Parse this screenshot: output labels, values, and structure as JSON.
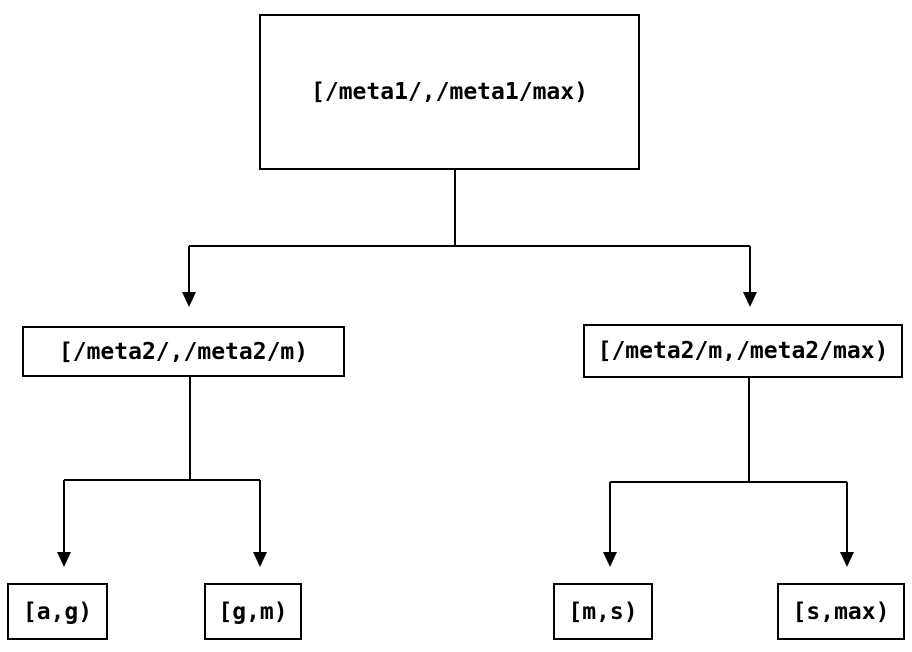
{
  "diagram": {
    "type": "tree",
    "background_color": "#ffffff",
    "line_color": "#000000",
    "text_color": "#000000",
    "nodes": {
      "root": {
        "label": "[/meta1/,/meta1/max)"
      },
      "meta2_low": {
        "label": "[/meta2/,/meta2/m)"
      },
      "meta2_high": {
        "label": "[/meta2/m,/meta2/max)"
      },
      "leaf_ag": {
        "label": "[a,g)"
      },
      "leaf_gm": {
        "label": "[g,m)"
      },
      "leaf_ms": {
        "label": "[m,s)"
      },
      "leaf_smax": {
        "label": "[s,max)"
      }
    },
    "edges": [
      {
        "from": "root",
        "to": "meta2_low",
        "arrow": true
      },
      {
        "from": "root",
        "to": "meta2_high",
        "arrow": true
      },
      {
        "from": "meta2_low",
        "to": "leaf_ag",
        "arrow": true
      },
      {
        "from": "meta2_low",
        "to": "leaf_gm",
        "arrow": true
      },
      {
        "from": "meta2_high",
        "to": "leaf_ms",
        "arrow": true
      },
      {
        "from": "meta2_high",
        "to": "leaf_smax",
        "arrow": true
      }
    ]
  }
}
